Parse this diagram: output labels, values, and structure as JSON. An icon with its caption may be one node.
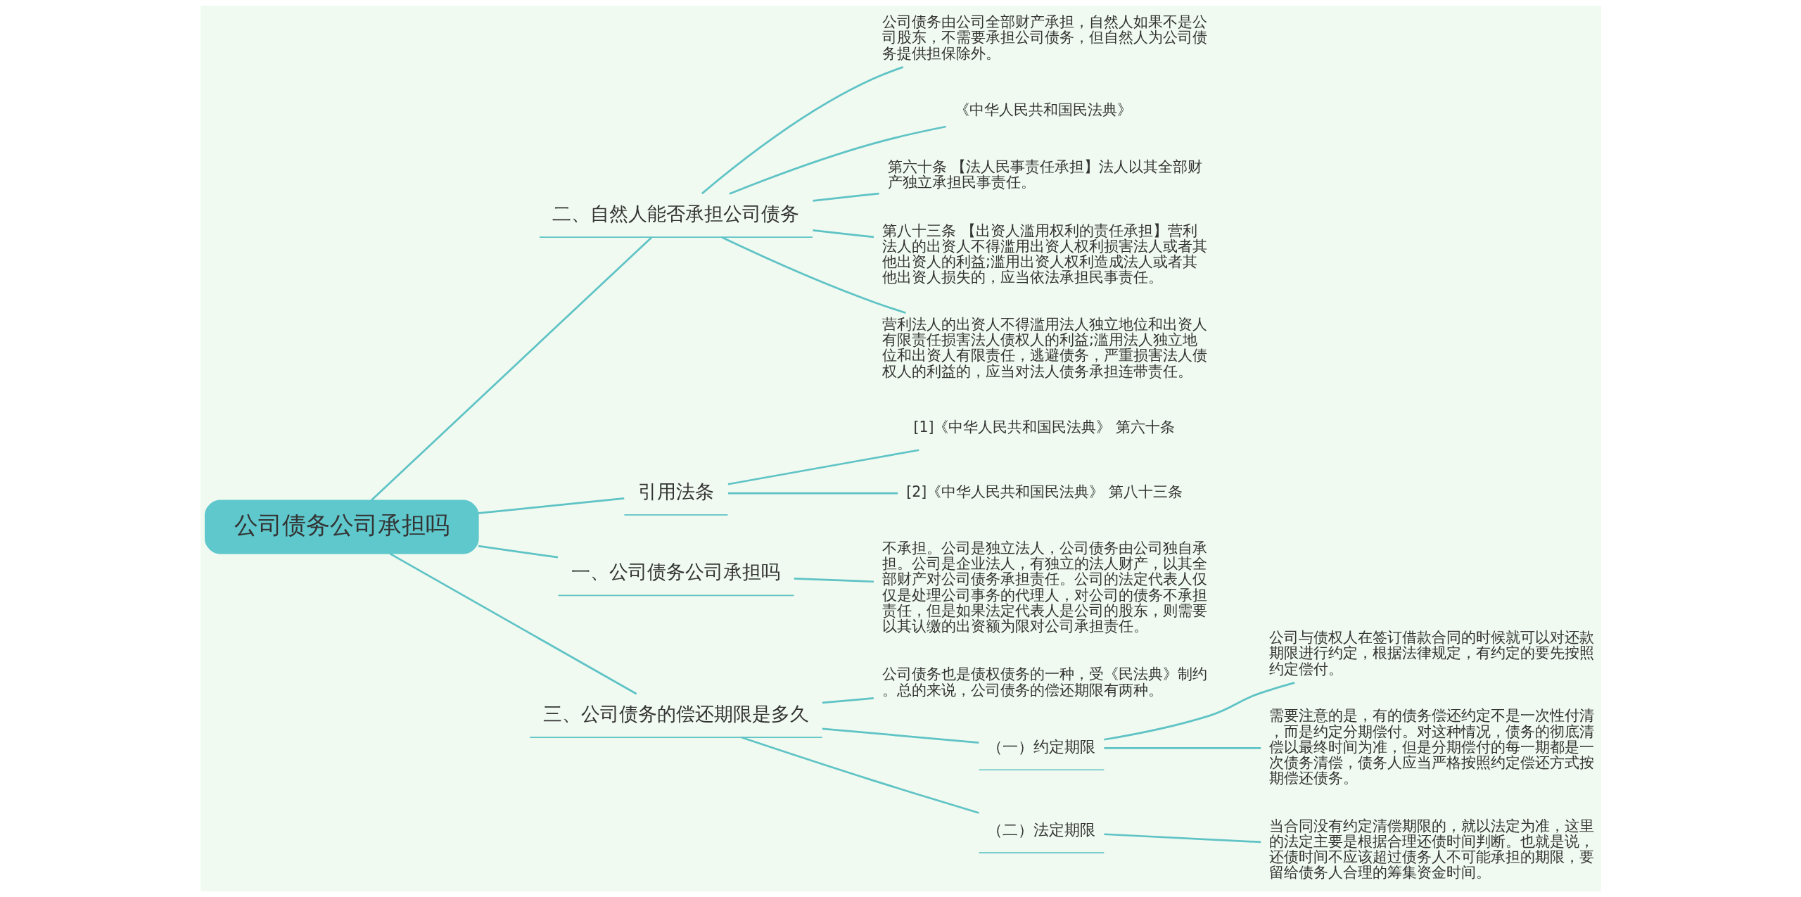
{
  "diagram": {
    "nodes": [
      {
        "text": [
          "公司债务公司承担吗"
        ]
      },
      {
        "text": [
          "二、自然人能否承担公司债务"
        ]
      },
      {
        "text": [
          "公司债务由公司全部财产承担，自然人如果不是公司股东，不需要承担公司债务，但自然人为公司债务提供担保除外。"
        ]
      },
      {
        "text": [
          "《中华人民共和国民法典》"
        ]
      },
      {
        "text": [
          "第六十条 【法人民事责任承担】法人以其全部财产独立承担民事责任。"
        ]
      },
      {
        "text": [
          "第八十三条 【出资人滥用权利的责任承担】营利法人的出资人不得滥用出资人权利损害法人或者其他出资人的利益;滥用出资人权利造成法人或者其他出资人损失的，应当依法承担民事责任。"
        ]
      },
      {
        "text": [
          "营利法人的出资人不得滥用法人独立地位和出资人有限责任损害法人债权人的利益;滥用法人独立地位和出资人有限责任，逃避债务，严重损害法人债权人的利益的，应当对法人债务承担连带责任。"
        ]
      },
      {
        "text": [
          "引用法条"
        ]
      },
      {
        "text": [
          "[1]《中华人民共和国民法典》 第六十条"
        ]
      },
      {
        "text": [
          "[2]《中华人民共和国民法典》 第八十三条"
        ]
      },
      {
        "text": [
          "一、公司债务公司承担吗"
        ]
      },
      {
        "text": [
          "不承担。公司是独立法人，公司债务由公司独自承担。公司是企业法人，有独立的法人财产，以其全部财产对公司债务承担责任。公司的法定代表人仅仅是处理公司事务的代理人，对公司的债务不承担责任，但是如果法定代表人是公司的股东，则需要以其认缴的出资额为限对公司承担责任。"
        ]
      },
      {
        "text": [
          "三、公司债务的偿还期限是多久"
        ]
      },
      {
        "text": [
          "公司债务也是债权债务的一种，受《民法典》制约。总的来说，公司债务的偿还期限有两种。"
        ]
      },
      {
        "text": [
          "（一）约定期限"
        ]
      },
      {
        "text": [
          "公司与债权人在签订借款合同的时候就可以对还款期限进行约定，根据法律规定，有约定的要先按照约定偿付。"
        ]
      },
      {
        "text": [
          "需要注意的是，有的债务偿还约定不是一次性付清，而是约定分期偿付。对这种情况，债务的彻底清偿以最终时间为准，但是分期偿付的每一期都是一次债务清偿，债务人应当严格按照约定偿还方式按期偿还债务。"
        ]
      },
      {
        "text": [
          "（二）法定期限"
        ]
      },
      {
        "text": [
          "当合同没有约定清偿期限的，就以法定为准，这里的法定主要是根据合理还债时间判断。也就是说，还债时间不应该超过债务人不可能承担的期限，要留给债务人合理的筹集资金时间。"
        ]
      }
    ],
    "edges": [
      {
        "from": 0,
        "to": 1,
        "arrow": "none"
      },
      {
        "from": 1,
        "to": 2,
        "arrow": "none"
      },
      {
        "from": 1,
        "to": 3,
        "arrow": "none"
      },
      {
        "from": 1,
        "to": 4,
        "arrow": "none"
      },
      {
        "from": 1,
        "to": 5,
        "arrow": "none"
      },
      {
        "from": 1,
        "to": 6,
        "arrow": "none"
      },
      {
        "from": 0,
        "to": 7,
        "arrow": "none"
      },
      {
        "from": 7,
        "to": 8,
        "arrow": "none"
      },
      {
        "from": 7,
        "to": 9,
        "arrow": "none"
      },
      {
        "from": 0,
        "to": 10,
        "arrow": "none"
      },
      {
        "from": 10,
        "to": 11,
        "arrow": "none"
      },
      {
        "from": 0,
        "to": 12,
        "arrow": "none"
      },
      {
        "from": 12,
        "to": 13,
        "arrow": "none"
      },
      {
        "from": 12,
        "to": 14,
        "arrow": "none"
      },
      {
        "from": 14,
        "to": 15,
        "arrow": "none"
      },
      {
        "from": 14,
        "to": 16,
        "arrow": "none"
      },
      {
        "from": 12,
        "to": 17,
        "arrow": "none"
      },
      {
        "from": 17,
        "to": 18,
        "arrow": "none"
      }
    ]
  }
}
